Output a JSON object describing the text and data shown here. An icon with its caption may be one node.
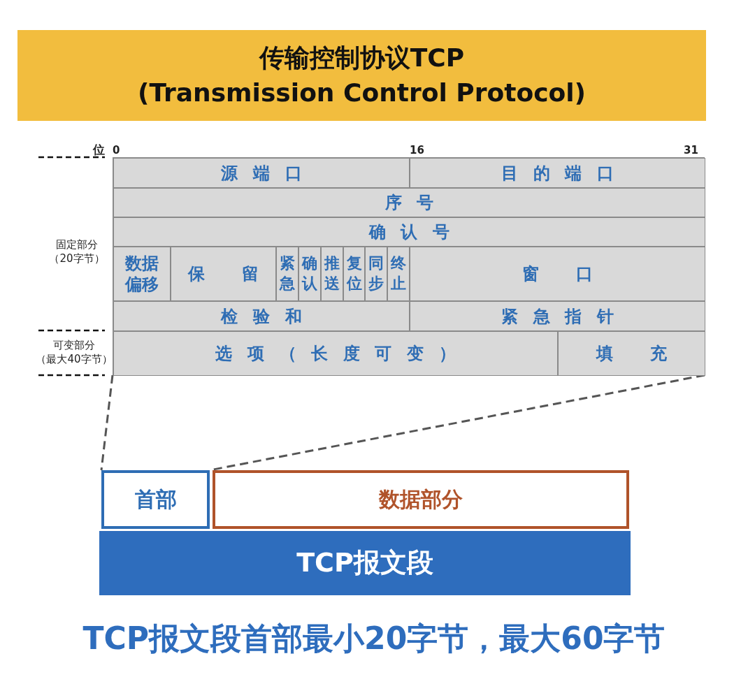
{
  "diagram": {
    "title": "传输控制协议TCP (Transmission Control Protocol)",
    "caption": "TCP报文段首部最小20字节，最大60字节",
    "nodes": [
      {
        "text": [],
        "shape": "box"
      },
      {
        "text": [
          "源端口"
        ],
        "in": 0
      },
      {
        "text": [
          "目的端口"
        ],
        "in": 0
      },
      {
        "text": [
          "序号"
        ],
        "in": 0
      },
      {
        "text": [
          "确认号"
        ],
        "in": 0
      },
      {
        "text": [
          "数据偏移"
        ],
        "in": 0
      },
      {
        "text": [
          "保留"
        ],
        "in": 0
      },
      {
        "text": [
          "紧急"
        ],
        "in": 0
      },
      {
        "text": [
          "确认"
        ],
        "in": 0
      },
      {
        "text": [
          "推送"
        ],
        "in": 0
      },
      {
        "text": [
          "复位"
        ],
        "in": 0
      },
      {
        "text": [
          "同步"
        ],
        "in": 0
      },
      {
        "text": [
          "终止"
        ],
        "in": 0
      },
      {
        "text": [
          "窗口"
        ],
        "in": 0
      },
      {
        "text": [
          "检验和"
        ],
        "in": 0
      },
      {
        "text": [
          "紧急指针"
        ],
        "in": 0
      },
      {
        "text": [
          "选项（长度可变）"
        ],
        "in": 0
      },
      {
        "text": [
          "填充"
        ],
        "in": 0
      },
      {
        "text": [
          "首部"
        ]
      },
      {
        "text": [
          "数据部分"
        ]
      },
      {
        "text": [
          "TCP报文段"
        ]
      }
    ],
    "edges": [
      {
        "from": 0,
        "to": 18,
        "arrow": "none",
        "style": "dashed"
      },
      {
        "from": 0,
        "to": 18,
        "arrow": "none",
        "style": "dashed"
      }
    ],
    "labels": [
      "位",
      "0",
      "16",
      "31",
      "固定部分（20字节）",
      "可变部分（最大40字节）"
    ]
  }
}
